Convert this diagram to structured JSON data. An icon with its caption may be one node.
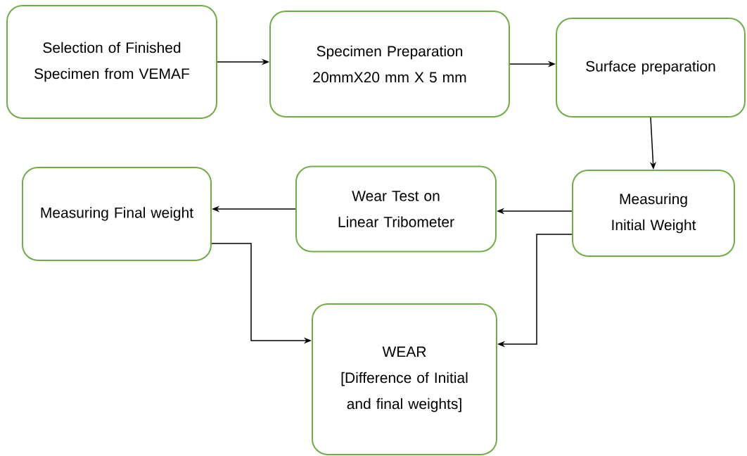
{
  "diagram": {
    "nodes": [
      {
        "text": [
          "Selection of Finished Specimen from VEMAF"
        ]
      },
      {
        "text": [
          "Specimen Preparation 20mmX20 mm X 5 mm"
        ]
      },
      {
        "text": [
          "Surface preparation"
        ]
      },
      {
        "text": [
          "Measuring Initial Weight"
        ]
      },
      {
        "text": [
          "Wear Test on Linear Tribometer"
        ]
      },
      {
        "text": [
          "Measuring Final weight"
        ]
      },
      {
        "text": [
          "WEAR",
          "[Difference of Initial and final weights]"
        ]
      }
    ],
    "edges": [
      {
        "from": 0,
        "to": 1,
        "arrow": "to"
      },
      {
        "from": 1,
        "to": 2,
        "arrow": "to"
      },
      {
        "from": 2,
        "to": 3,
        "arrow": "to"
      },
      {
        "from": 3,
        "to": 4,
        "arrow": "to"
      },
      {
        "from": 4,
        "to": 5,
        "arrow": "to"
      },
      {
        "from": 5,
        "to": 6,
        "arrow": "to"
      },
      {
        "from": 3,
        "to": 6,
        "arrow": "to"
      }
    ]
  }
}
